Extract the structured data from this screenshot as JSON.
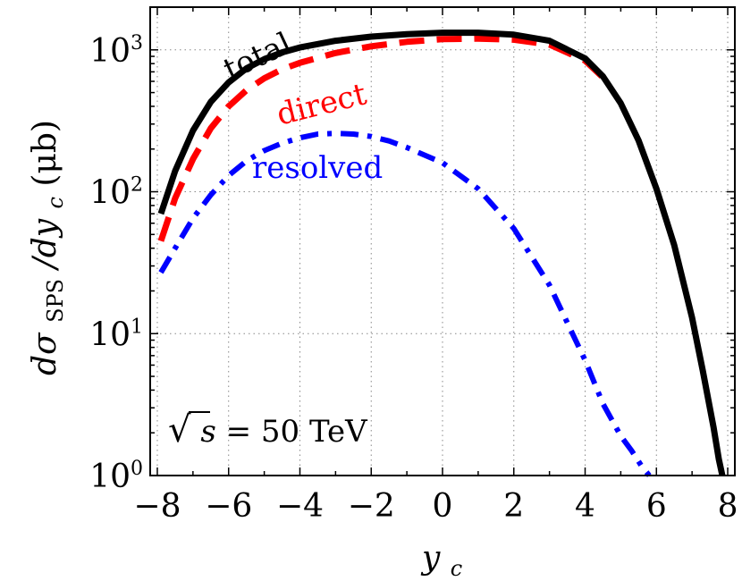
{
  "chart_data": {
    "type": "line",
    "title": "",
    "xlabel": "y_c",
    "ylabel": "dσ_SPS/dy_c (μb)",
    "ylabel_parts": {
      "main": "dσ",
      "sub": "SPS",
      "rest": "/dy",
      "sub2": "c",
      "unit": " (μb)"
    },
    "xlabel_parts": {
      "main": "y",
      "sub": "c"
    },
    "yscale": "log",
    "xlim": [
      -8.2,
      8.2
    ],
    "ylim": [
      1,
      2000
    ],
    "grid": true,
    "x_ticks": [
      -8,
      -6,
      -4,
      -2,
      0,
      2,
      4,
      6,
      8
    ],
    "x_tick_labels": [
      "−8",
      "−6",
      "−4",
      "−2",
      "0",
      "2",
      "4",
      "6",
      "8"
    ],
    "y_ticks": [
      {
        "value": 1,
        "base": "10",
        "exp": "0"
      },
      {
        "value": 10,
        "base": "10",
        "exp": "1"
      },
      {
        "value": 100,
        "base": "10",
        "exp": "2"
      },
      {
        "value": 1000,
        "base": "10",
        "exp": "3"
      }
    ],
    "annotation": {
      "sqrt": "√",
      "var": "s",
      "rest": " = 50 TeV"
    },
    "series": [
      {
        "name": "total",
        "color": "#000000",
        "style": "solid",
        "x": [
          -7.9,
          -7.5,
          -7,
          -6.5,
          -6,
          -5.5,
          -5,
          -4.5,
          -4,
          -3,
          -2,
          -1,
          0,
          1,
          2,
          3,
          4,
          4.5,
          5,
          5.5,
          6,
          6.5,
          7,
          7.3,
          7.6,
          7.75,
          7.85
        ],
        "y": [
          70,
          140,
          270,
          430,
          590,
          740,
          860,
          960,
          1040,
          1160,
          1240,
          1290,
          1320,
          1320,
          1280,
          1160,
          870,
          650,
          420,
          230,
          105,
          42,
          13,
          5.5,
          2.2,
          1.3,
          1
        ]
      },
      {
        "name": "direct",
        "color": "#ff0000",
        "style": "dashed",
        "x": [
          -7.9,
          -7.5,
          -7,
          -6.5,
          -6,
          -5.5,
          -5,
          -4.5,
          -4,
          -3,
          -2,
          -1,
          0,
          1,
          2,
          3,
          4,
          4.5
        ],
        "y": [
          45,
          90,
          170,
          280,
          400,
          520,
          630,
          730,
          810,
          950,
          1060,
          1140,
          1190,
          1200,
          1180,
          1090,
          840,
          640
        ]
      },
      {
        "name": "resolved",
        "color": "#0000ff",
        "style": "dashdot",
        "x": [
          -7.9,
          -7.5,
          -7,
          -6.5,
          -6,
          -5.5,
          -5,
          -4.5,
          -4,
          -3.5,
          -3,
          -2.5,
          -2,
          -1.5,
          -1,
          0,
          1,
          2,
          3,
          4,
          4.5,
          5,
          5.3,
          5.6,
          5.8
        ],
        "y": [
          27,
          40,
          65,
          95,
          130,
          165,
          195,
          220,
          240,
          255,
          258,
          255,
          245,
          228,
          205,
          160,
          105,
          55,
          22,
          6.5,
          3.2,
          1.9,
          1.5,
          1.15,
          1
        ]
      }
    ]
  }
}
